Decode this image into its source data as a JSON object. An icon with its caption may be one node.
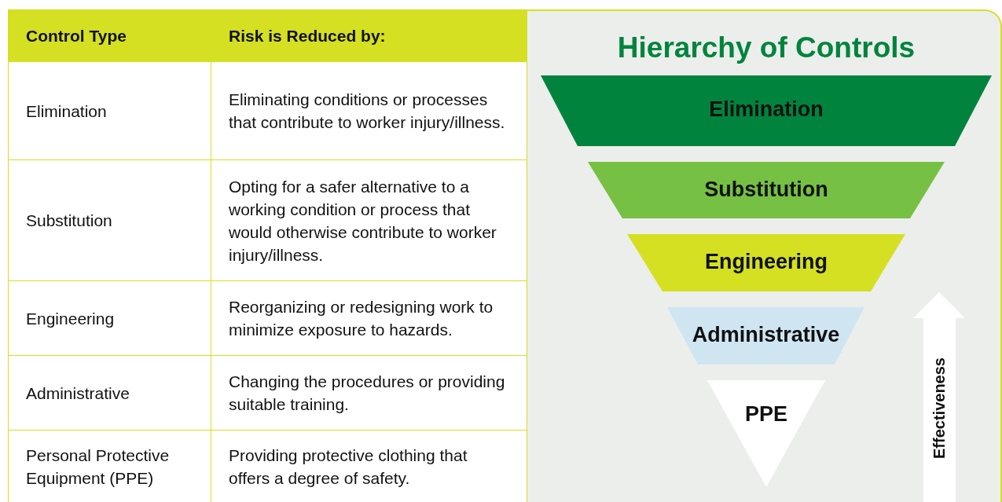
{
  "diagram": {
    "title": "Hierarchy of Controls",
    "nodes": [
      {
        "text": [
          "Elimination"
        ]
      },
      {
        "text": [
          "Substitution"
        ]
      },
      {
        "text": [
          "Engineering"
        ]
      },
      {
        "text": [
          "Administrative"
        ]
      },
      {
        "text": [
          "PPE"
        ]
      }
    ],
    "edges": [],
    "labels": [
      "Control Type",
      "Risk is Reduced by:",
      "Elimination",
      "Eliminating conditions or processes that contribute to worker injury/illness.",
      "Substitution",
      "Opting for a safer alternative to a working condition or process that would otherwise contribute to worker injury/illness.",
      "Engineering",
      "Reorganizing or redesigning work to minimize exposure to hazards.",
      "Administrative",
      "Changing the procedures or providing suitable training.",
      "Personal Protective Equipment (PPE)",
      "Providing protective clothing that offers a degree of safety.",
      "Effectiveness"
    ]
  }
}
